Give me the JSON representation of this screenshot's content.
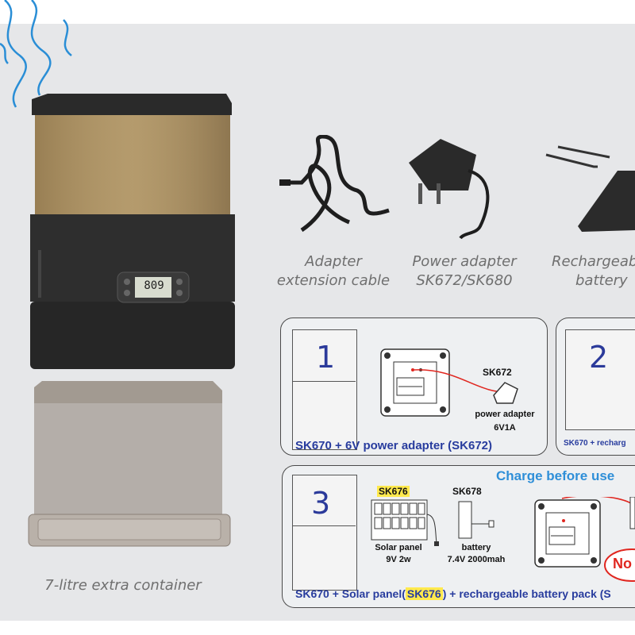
{
  "captions": {
    "adapter_cable": [
      "Adapter",
      "extension cable"
    ],
    "power_adapter": [
      "Power adapter",
      "SK672/SK680"
    ],
    "battery": [
      "Rechargeable",
      "battery"
    ],
    "container": "7-litre extra container"
  },
  "feeder_display": "809",
  "option1": {
    "number": "1",
    "model": "SK672",
    "device_label": "power adapter",
    "spec": "6V1A",
    "caption": "SK670 + 6V power adapter (SK672)"
  },
  "option2": {
    "number": "2",
    "caption": "SK670 + recharg"
  },
  "option3": {
    "number": "3",
    "solar_model": "SK676",
    "solar_label": "Solar panel",
    "solar_spec": "9V 2w",
    "battery_model": "SK678",
    "battery_label": "battery",
    "battery_spec": "7.4V 2000mah",
    "charge_note": "Charge before use",
    "no_label": "No",
    "caption_pre": "SK670 + Solar panel(",
    "caption_hl": "SK676",
    "caption_post": ") + rechargeable battery pack (S"
  },
  "colors": {
    "accent_blue": "#283c9e",
    "charge_blue": "#2f8fd8",
    "red": "#e0261f",
    "highlight": "#ffe94d"
  }
}
